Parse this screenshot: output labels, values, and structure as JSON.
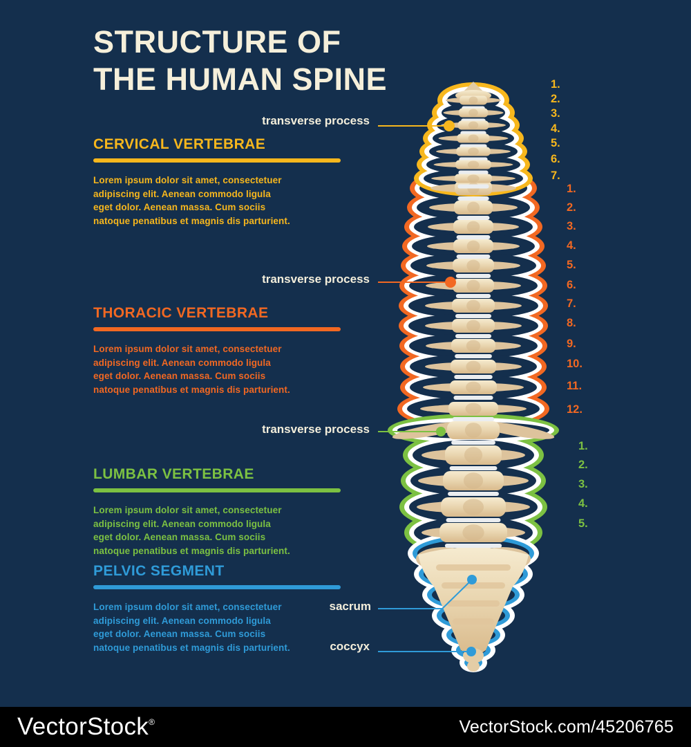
{
  "background": "#142f4d",
  "title": {
    "line1": "STRUCTURE OF",
    "line2": "THE HUMAN SPINE",
    "color": "#f5efda"
  },
  "sections": [
    {
      "id": "cervical",
      "heading": "CERVICAL VERTEBRAE",
      "color": "#f7b71d",
      "body": "Lorem ipsum dolor sit amet, consectetuer\nadipiscing elit. Aenean commodo ligula\neget dolor. Aenean massa. Cum sociis\nnatoque penatibus et magnis dis parturient.",
      "numbers": [
        "1.",
        "2.",
        "3.",
        "4.",
        "5.",
        "6.",
        "7."
      ]
    },
    {
      "id": "thoracic",
      "heading": "THORACIC VERTEBRAE",
      "color": "#f26822",
      "body": "Lorem ipsum dolor sit amet, consectetuer\nadipiscing elit. Aenean commodo ligula\neget dolor. Aenean massa. Cum sociis\nnatoque penatibus et magnis dis parturient.",
      "numbers": [
        "1.",
        "2.",
        "3.",
        "4.",
        "5.",
        "6.",
        "7.",
        "8.",
        "9.",
        "10.",
        "11.",
        "12."
      ]
    },
    {
      "id": "lumbar",
      "heading": "LUMBAR VERTEBRAE",
      "color": "#7cc142",
      "body": "Lorem ipsum dolor sit amet, consectetuer\nadipiscing elit. Aenean commodo ligula\neget dolor. Aenean massa. Cum sociis\nnatoque penatibus et magnis dis parturient.",
      "numbers": [
        "1.",
        "2.",
        "3.",
        "4.",
        "5."
      ]
    },
    {
      "id": "pelvic",
      "heading": "PELVIC SEGMENT",
      "color": "#2f9bd8",
      "body": "Lorem ipsum dolor sit amet, consectetuer\nadipiscing elit. Aenean commodo ligula\neget dolor. Aenean massa. Cum sociis\nnatoque penatibus et magnis dis parturient.",
      "numbers": []
    }
  ],
  "callouts": [
    {
      "label": "transverse process",
      "region": "cervical"
    },
    {
      "label": "transverse process",
      "region": "thoracic"
    },
    {
      "label": "transverse process",
      "region": "lumbar"
    },
    {
      "label": "sacrum",
      "region": "pelvic"
    },
    {
      "label": "coccyx",
      "region": "pelvic"
    }
  ],
  "spine_colors": {
    "bone_light": "#f6ebd0",
    "bone_mid": "#ead7b2",
    "bone_dark": "#d9ba8c",
    "process": "#ddc39c",
    "ridge": "#d4b78b",
    "disc": "#eaedf0",
    "outline_white": "#ffffff"
  },
  "watermark": {
    "logo": "VectorStock",
    "registered": "®",
    "credit": "VectorStock.com/45206765",
    "bar_color": "#000000",
    "text_color": "#ffffff"
  }
}
